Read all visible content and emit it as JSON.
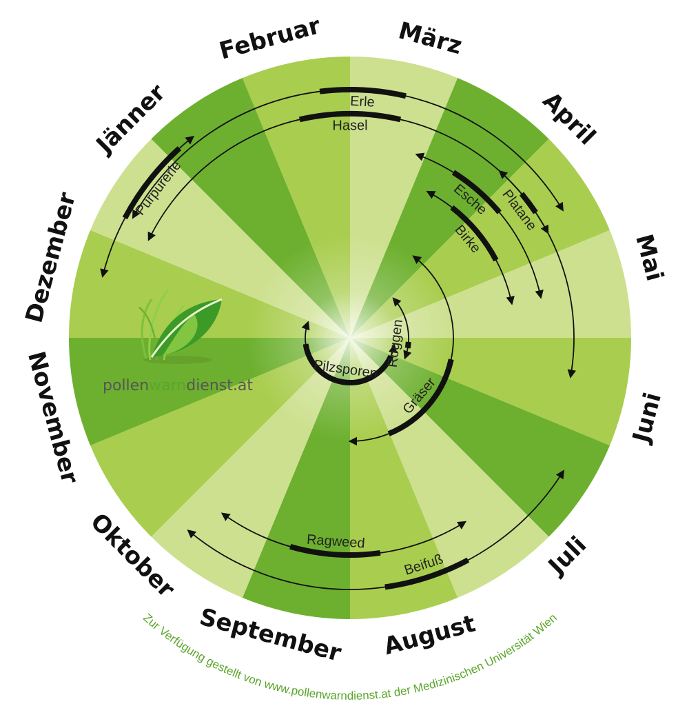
{
  "months": [
    "Jänner",
    "Februar",
    "März",
    "April",
    "Mai",
    "Juni",
    "Juli",
    "August",
    "September",
    "Oktober",
    "November",
    "Dezember"
  ],
  "colors": {
    "light": "#cde08f",
    "mid": "#a9cd4e",
    "dark": "#6db02f",
    "ink": "#111111",
    "credit": "#5aa52a",
    "logo_gray": "#555555",
    "logo_green": "#5aa52a"
  },
  "plants": [
    {
      "name": "Erle"
    },
    {
      "name": "Hasel"
    },
    {
      "name": "Purpurerle"
    },
    {
      "name": "Esche"
    },
    {
      "name": "Platane"
    },
    {
      "name": "Birke"
    },
    {
      "name": "Roggen"
    },
    {
      "name": "Gräser"
    },
    {
      "name": "Pilzsporen"
    },
    {
      "name": "Ragweed"
    },
    {
      "name": "Beifuß"
    }
  ],
  "logo": {
    "part1": "pollen",
    "part2": "warn",
    "part3": "dienst.at",
    "icon": "leaf-logo-icon"
  },
  "credit": "Zur Verfügung gestellt von www.pollenwarndienst.at der Medizinischen Universität Wien"
}
